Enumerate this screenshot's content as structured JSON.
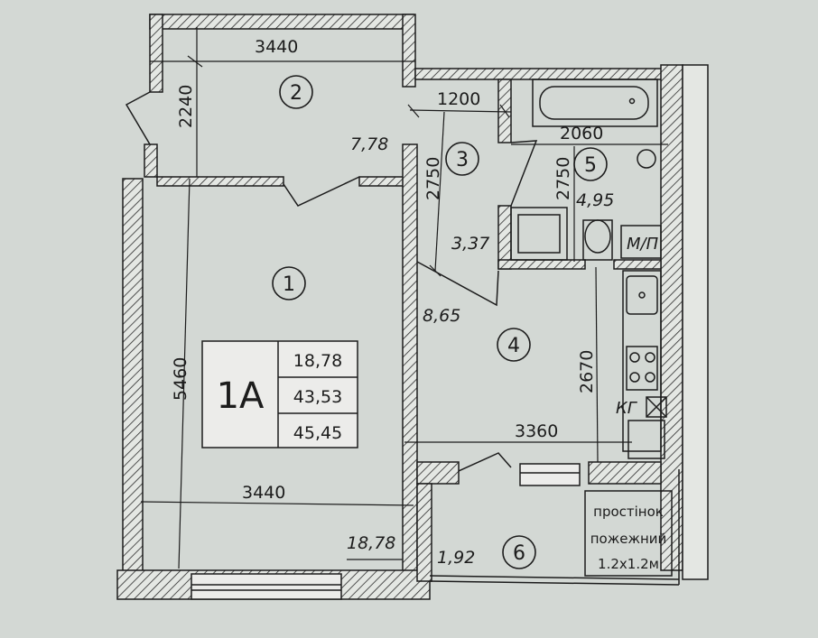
{
  "rooms": [
    {
      "number": "1",
      "area": "18,78"
    },
    {
      "number": "2",
      "area": "7,78"
    },
    {
      "number": "3",
      "area": "3,37"
    },
    {
      "number": "4",
      "area": "8,65"
    },
    {
      "number": "5",
      "area": "4,95"
    },
    {
      "number": "6",
      "area": "1,92"
    }
  ],
  "dimensions": {
    "balcony_width": "3440",
    "balcony_depth": "2240",
    "room1_width": "3440",
    "room1_depth": "5460",
    "hall_width": "1200",
    "hall_depth": "2750",
    "bath_width": "2060",
    "bath_depth": "2750",
    "kitchen_width": "3360",
    "kitchen_depth": "2670"
  },
  "apartment": {
    "type": "1А",
    "living_area": "18,78",
    "total_area": "43,53",
    "total_with_balcony": "45,45"
  },
  "labels": {
    "shaft": "М/П",
    "gas": "КГ",
    "partition_line1": "простінок",
    "partition_line2": "пожежний",
    "partition_line3": "1.2х1.2м"
  }
}
